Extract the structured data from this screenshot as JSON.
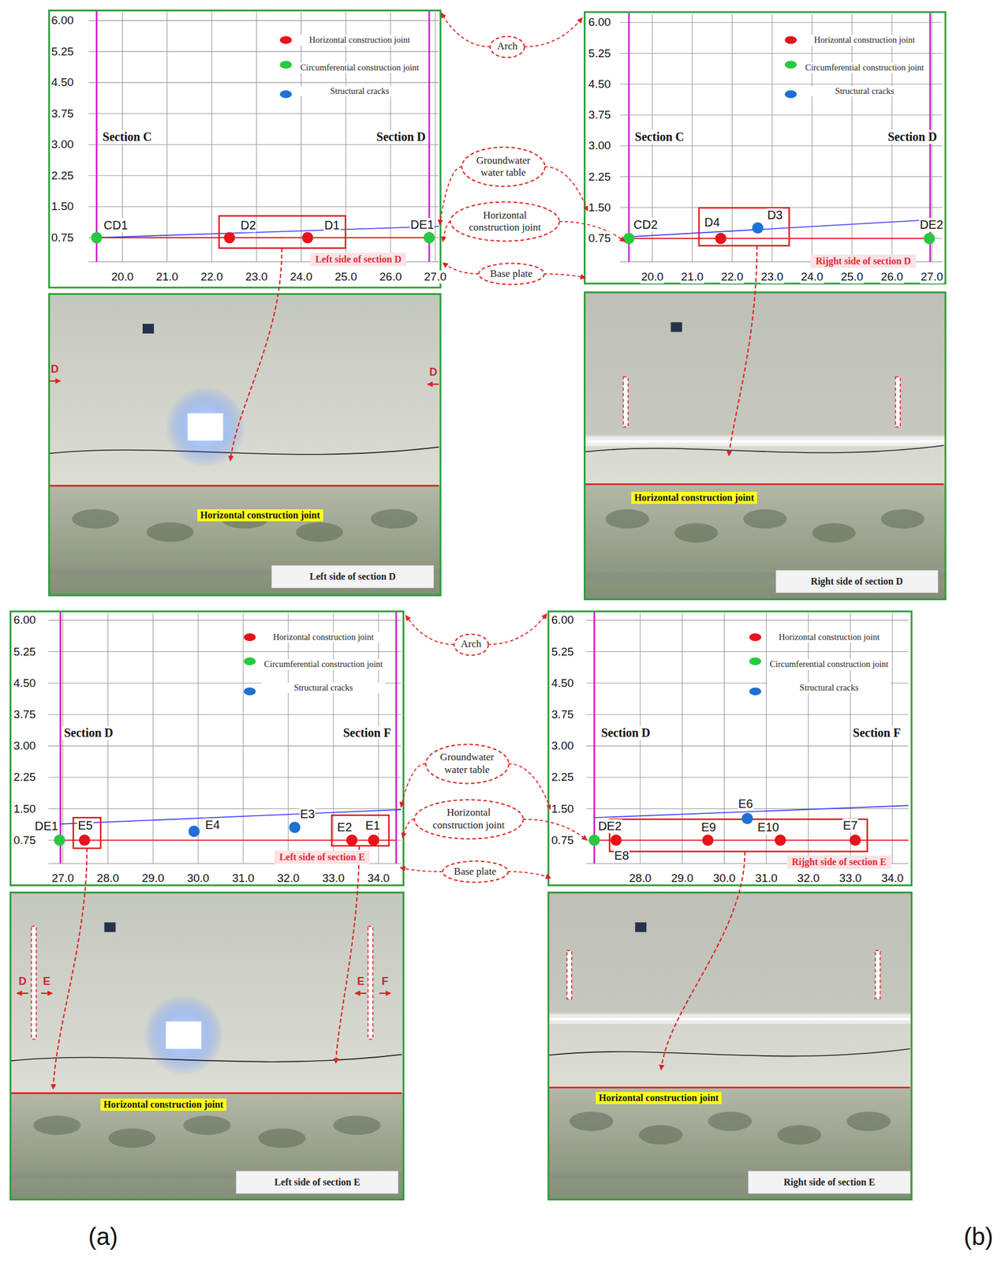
{
  "diagram": {
    "nodes": [
      {
        "text": [
          "Arch"
        ]
      },
      {
        "text": [
          "Groundwater water table"
        ]
      },
      {
        "text": [
          "Horizontal construction joint"
        ]
      },
      {
        "text": [
          "Base plate"
        ]
      },
      {
        "text": [
          "Left side of section D"
        ]
      },
      {
        "text": [
          "Rijght side of section D"
        ]
      },
      {
        "text": [
          "Horizontal construction joint"
        ]
      },
      {
        "text": [
          "Left side of section D"
        ]
      },
      {
        "text": [
          "Horizontal construction joint"
        ]
      },
      {
        "text": [
          "Right side of section D"
        ]
      },
      {
        "text": [
          "Arch"
        ]
      },
      {
        "text": [
          "Groundwater water table"
        ]
      },
      {
        "text": [
          "Horizontal construction joint"
        ]
      },
      {
        "text": [
          "Base plate"
        ]
      },
      {
        "text": [
          "Left side of section E"
        ]
      },
      {
        "text": [
          "Rijght side of section E"
        ]
      },
      {
        "text": [
          "Horizontal construction joint"
        ]
      },
      {
        "text": [
          "Left side of section E"
        ]
      },
      {
        "text": [
          "Horizontal construction joint"
        ]
      },
      {
        "text": [
          "Right side of section E"
        ]
      }
    ],
    "labels": [
      "6.00",
      "5.25",
      "4.50",
      "3.75",
      "3.00",
      "2.25",
      "1.50",
      "0.75",
      "20.0",
      "21.0",
      "22.0",
      "23.0",
      "24.0",
      "25.0",
      "26.0",
      "27.0",
      "Section C",
      "Section D",
      "CD1",
      "D2",
      "D1",
      "DE1",
      "D",
      "D",
      "6.00",
      "5.25",
      "4.50",
      "3.75",
      "3.00",
      "2.25",
      "1.50",
      "0.75",
      "20.0",
      "21.0",
      "22.0",
      "23.0",
      "24.0",
      "25.0",
      "26.0",
      "27.0",
      "Section C",
      "Section D",
      "CD2",
      "D4",
      "D3",
      "DE2",
      "6.00",
      "5.25",
      "4.50",
      "3.75",
      "3.00",
      "2.25",
      "1.50",
      "0.75",
      "27.0",
      "28.0",
      "29.0",
      "30.0",
      "31.0",
      "32.0",
      "33.0",
      "34.0",
      "Section D",
      "Section F",
      "DE1",
      "E5",
      "E4",
      "E3",
      "E2",
      "E1",
      "D",
      "E",
      "E",
      "F",
      "6.00",
      "5.25",
      "4.50",
      "3.75",
      "3.00",
      "2.25",
      "1.50",
      "0.75",
      "28.0",
      "29.0",
      "30.0",
      "31.0",
      "32.0",
      "33.0",
      "34.0",
      "Section D",
      "Section F",
      "DE2",
      "E8",
      "E9",
      "E6",
      "E10",
      "E7",
      "(a)",
      "(b)"
    ],
    "legend": [
      {
        "text": "Horizontal construction joint",
        "color": "#e5141b"
      },
      {
        "text": "Circumferential construction joint",
        "color": "#27c93f"
      },
      {
        "text": "Structural cracks",
        "color": "#1f6fd6"
      },
      {
        "text": "Horizontal construction joint",
        "color": "#e5141b"
      },
      {
        "text": "Circumferential construction joint",
        "color": "#27c93f"
      },
      {
        "text": "Structural cracks",
        "color": "#1f6fd6"
      },
      {
        "text": "Horizontal construction joint",
        "color": "#e5141b"
      },
      {
        "text": "Circumferential construction joint",
        "color": "#27c93f"
      },
      {
        "text": "Structural cracks",
        "color": "#1f6fd6"
      },
      {
        "text": "Horizontal construction joint",
        "color": "#e5141b"
      },
      {
        "text": "Circumferential construction joint",
        "color": "#27c93f"
      },
      {
        "text": "Structural cracks",
        "color": "#1f6fd6"
      }
    ]
  }
}
